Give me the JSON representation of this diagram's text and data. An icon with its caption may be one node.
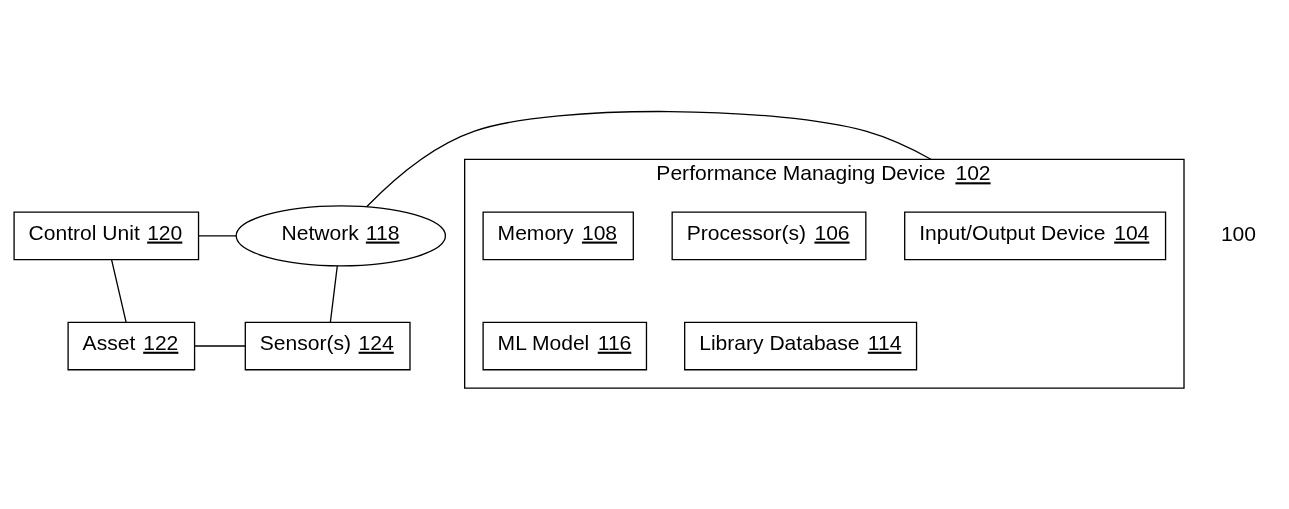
{
  "diagram": {
    "nodes": [
      {
        "text": [
          "Performance Managing Device 102"
        ]
      },
      {
        "text": [
          "Input/Output Device 104"
        ],
        "in": 0
      },
      {
        "text": [
          "Processor(s) 106"
        ],
        "in": 0
      },
      {
        "text": [
          "Memory 108"
        ],
        "in": 0
      },
      {
        "text": [
          "Library Database 114"
        ],
        "in": 0
      },
      {
        "text": [
          "ML Model 116"
        ],
        "in": 0
      },
      {
        "text": [
          "Control Unit 120"
        ]
      },
      {
        "text": [
          "Network 118"
        ]
      },
      {
        "text": [
          "Asset 122"
        ]
      },
      {
        "text": [
          "Sensor(s) 124"
        ]
      }
    ],
    "edges": [
      {
        "from": 6,
        "to": 7,
        "arrow": "none"
      },
      {
        "from": 7,
        "to": 0,
        "arrow": "none"
      },
      {
        "from": 6,
        "to": 8,
        "arrow": "none"
      },
      {
        "from": 8,
        "to": 9,
        "arrow": "none"
      },
      {
        "from": 7,
        "to": 9,
        "arrow": "none"
      }
    ],
    "labels": [
      "100"
    ]
  }
}
